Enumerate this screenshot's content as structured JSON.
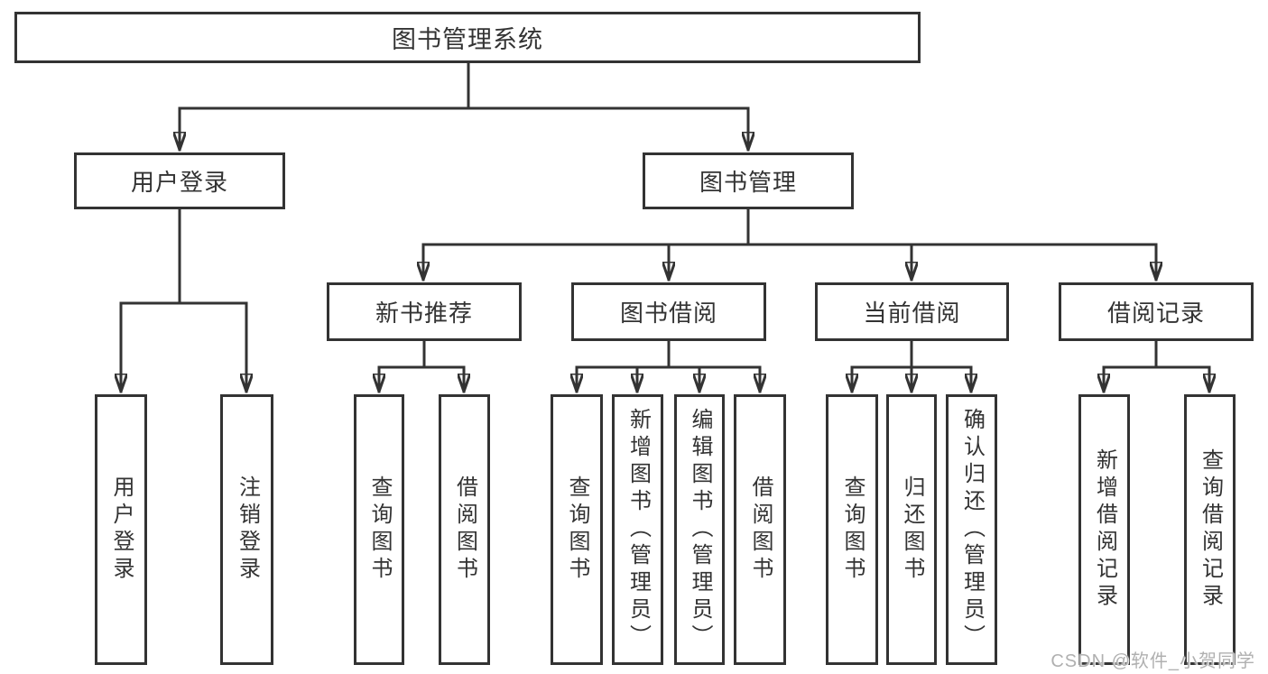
{
  "diagram": {
    "root": {
      "label": "图书管理系统"
    },
    "branches": [
      {
        "label": "用户登录",
        "children": [
          {
            "label": "用户登录"
          },
          {
            "label": "注销登录"
          }
        ]
      },
      {
        "label": "图书管理",
        "sections": [
          {
            "label": "新书推荐",
            "children": [
              {
                "label": "查询图书"
              },
              {
                "label": "借阅图书"
              }
            ]
          },
          {
            "label": "图书借阅",
            "children": [
              {
                "label": "查询图书"
              },
              {
                "label": "新增图书（管理员）"
              },
              {
                "label": "编辑图书（管理员）"
              },
              {
                "label": "借阅图书"
              }
            ]
          },
          {
            "label": "当前借阅",
            "children": [
              {
                "label": "查询图书"
              },
              {
                "label": "归还图书"
              },
              {
                "label": "确认归还（管理员）"
              }
            ]
          },
          {
            "label": "借阅记录",
            "children": [
              {
                "label": "新增借阅记录"
              },
              {
                "label": "查询借阅记录"
              }
            ]
          }
        ]
      }
    ],
    "watermark": "CSDN @软件_小贺同学",
    "colors": {
      "line": "#333333",
      "text": "#333333",
      "background": "#ffffff",
      "watermark": "#b0b0b0"
    }
  }
}
